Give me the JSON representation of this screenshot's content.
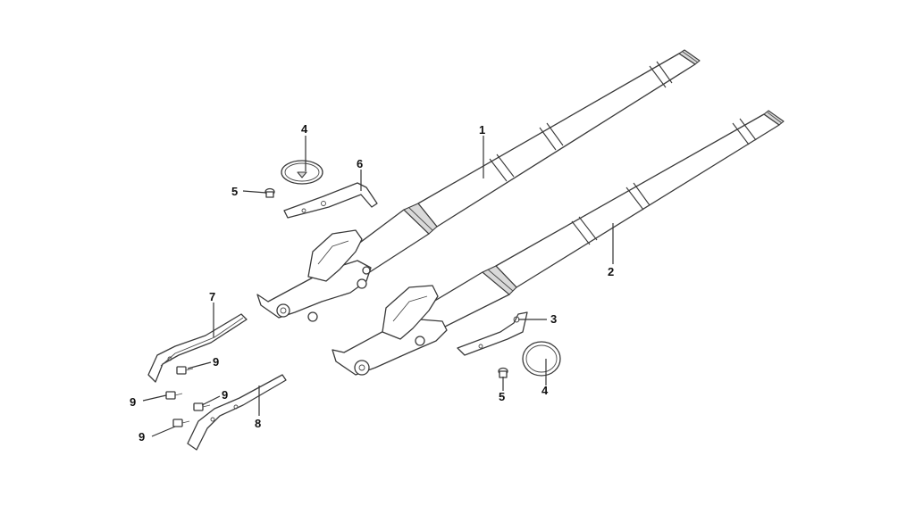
{
  "callouts": [
    {
      "id": "c1",
      "label": "1"
    },
    {
      "id": "c2",
      "label": "2"
    },
    {
      "id": "c3",
      "label": "3"
    },
    {
      "id": "c4a",
      "label": "4"
    },
    {
      "id": "c4b",
      "label": "4"
    },
    {
      "id": "c5a",
      "label": "5"
    },
    {
      "id": "c5b",
      "label": "5"
    },
    {
      "id": "c6",
      "label": "6"
    },
    {
      "id": "c7",
      "label": "7"
    },
    {
      "id": "c8",
      "label": "8"
    },
    {
      "id": "c9a",
      "label": "9"
    },
    {
      "id": "c9b",
      "label": "9"
    },
    {
      "id": "c9c",
      "label": "9"
    },
    {
      "id": "c9d",
      "label": "9"
    }
  ]
}
